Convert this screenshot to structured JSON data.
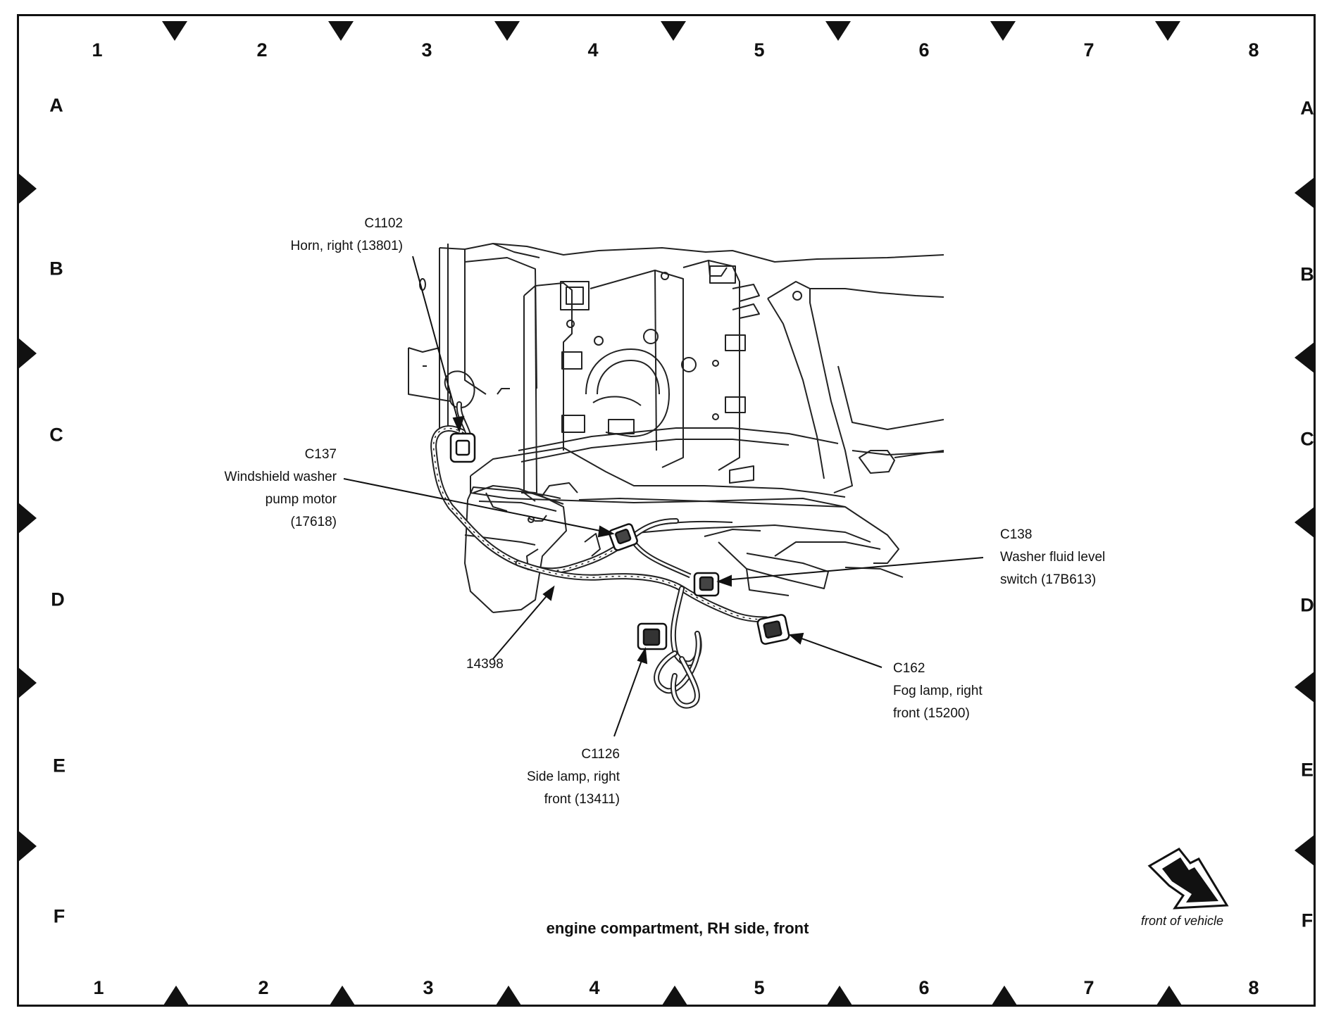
{
  "grid": {
    "columns": [
      "1",
      "2",
      "3",
      "4",
      "5",
      "6",
      "7",
      "8"
    ],
    "rows": [
      "A",
      "B",
      "C",
      "D",
      "E",
      "F"
    ]
  },
  "callouts": {
    "c1102": {
      "id": "C1102",
      "desc": "Horn, right (13801)"
    },
    "c137": {
      "id": "C137",
      "line1": "Windshield washer",
      "line2": "pump motor",
      "line3": "(17618)"
    },
    "c138": {
      "id": "C138",
      "line1": "Washer fluid level",
      "line2": "switch (17B613)"
    },
    "harness": {
      "id": "14398"
    },
    "c162": {
      "id": "C162",
      "line1": "Fog lamp, right",
      "line2": "front (15200)"
    },
    "c1126": {
      "id": "C1126",
      "line1": "Side lamp, right",
      "line2": "front (13411)"
    }
  },
  "caption": "engine compartment, RH side, front",
  "direction_label": "front of vehicle",
  "icon": "front-of-vehicle-arrow-icon"
}
